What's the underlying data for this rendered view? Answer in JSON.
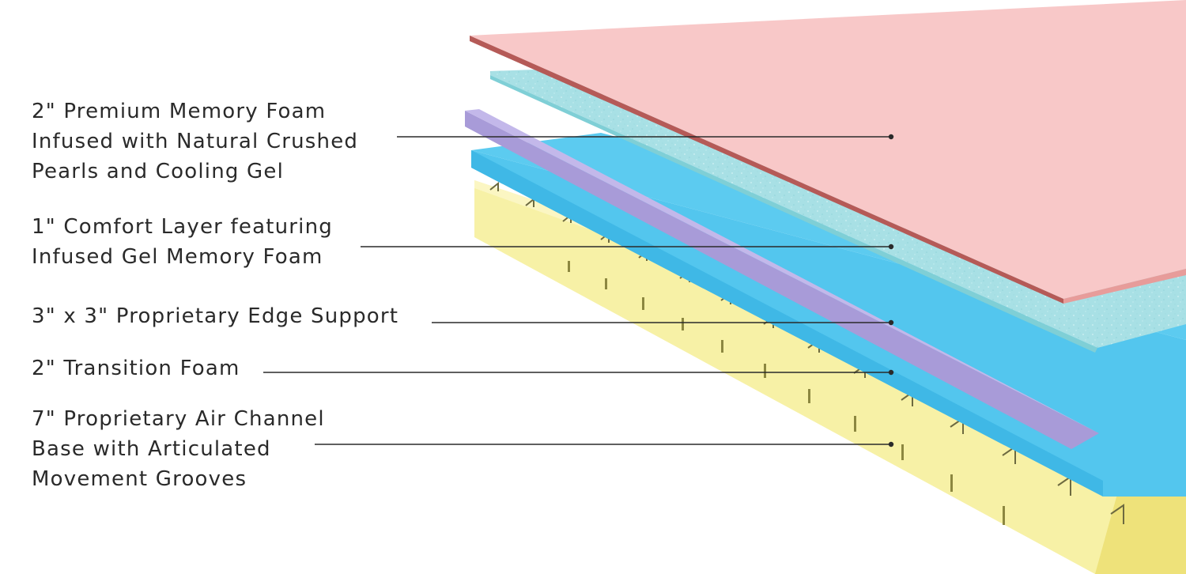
{
  "layers": [
    {
      "key": "premium",
      "label": "2\" Premium Memory Foam\nInfused with Natural Crushed\nPearls and Cooling Gel"
    },
    {
      "key": "comfort",
      "label": "1\" Comfort Layer featuring\nInfused Gel Memory Foam"
    },
    {
      "key": "edge",
      "label": "3\" x 3\" Proprietary Edge Support"
    },
    {
      "key": "transition",
      "label": "2\" Transition Foam"
    },
    {
      "key": "base",
      "label": "7\" Proprietary Air Channel\nBase with Articulated\nMovement Grooves"
    }
  ],
  "colors": {
    "premium_top": "#f8c7c7",
    "premium_edge": "#b9605c",
    "comfort": "#a9e1e6",
    "edge_support": "#b3a7de",
    "transition": "#58c7ee",
    "base": "#f5ee9a",
    "leader_line": "#2a2a2a"
  }
}
